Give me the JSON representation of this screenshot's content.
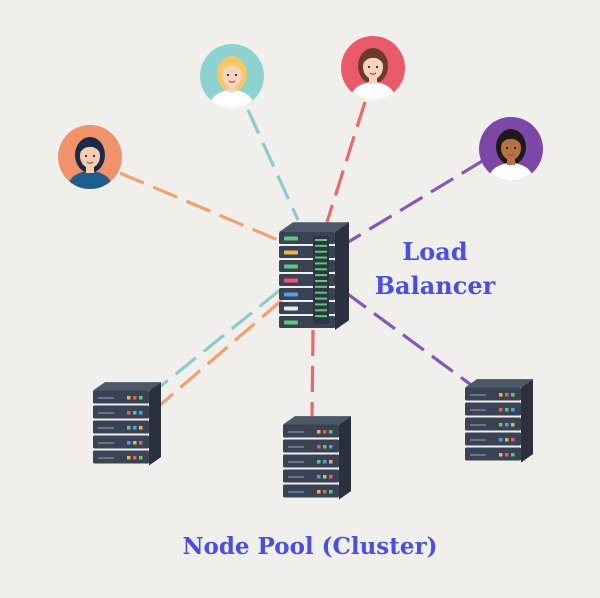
{
  "title": "",
  "colors": {
    "background": "#f1efec",
    "label_text": "#4a4fe0",
    "link_orange": "#f2a072",
    "link_teal": "#8fc9cc",
    "link_red": "#e86a6a",
    "link_purple": "#8458b8",
    "server_dark": "#3a4354",
    "server_top": "#4e5869",
    "server_side": "#2a313d"
  },
  "load_balancer": {
    "label": "Load Balancer"
  },
  "node_pool": {
    "label": "Node Pool (Cluster)"
  },
  "users": [
    {
      "id": "user-1",
      "bg": "#f0926a",
      "hair": "#1c2a4a",
      "shirt": "#1f5d8c",
      "skin": "#f7cdb2"
    },
    {
      "id": "user-2",
      "bg": "#8ed2cf",
      "hair": "#f3c865",
      "shirt": "#ffffff",
      "skin": "#f7d3bb"
    },
    {
      "id": "user-3",
      "bg": "#ea5a68",
      "hair": "#6b3a2a",
      "shirt": "#ffffff",
      "skin": "#f7d3bb"
    },
    {
      "id": "user-4",
      "bg": "#7b48a8",
      "hair": "#1f1a1a",
      "shirt": "#ffffff",
      "skin": "#b57245"
    }
  ],
  "nodes": [
    {
      "id": "node-left"
    },
    {
      "id": "node-center"
    },
    {
      "id": "node-right"
    }
  ],
  "links": [
    {
      "from": "user-1",
      "to": "load-balancer",
      "color": "#f2a072"
    },
    {
      "from": "user-2",
      "to": "load-balancer",
      "color": "#8fc9cc"
    },
    {
      "from": "user-3",
      "to": "load-balancer",
      "color": "#e86a6a"
    },
    {
      "from": "user-4",
      "to": "load-balancer",
      "color": "#8458b8"
    },
    {
      "from": "load-balancer",
      "to": "node-left",
      "color": "#8fc9cc"
    },
    {
      "from": "load-balancer",
      "to": "node-left",
      "color": "#f2a072"
    },
    {
      "from": "load-balancer",
      "to": "node-center",
      "color": "#e86a6a"
    },
    {
      "from": "load-balancer",
      "to": "node-right",
      "color": "#8458b8"
    }
  ]
}
